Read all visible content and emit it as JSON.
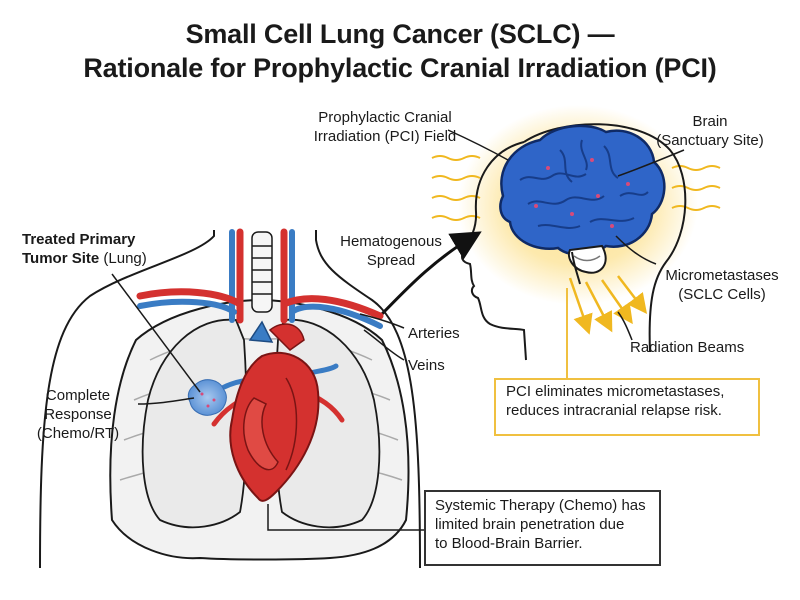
{
  "title": {
    "line1": "Small Cell Lung Cancer (SCLC) —",
    "line2": "Rationale for Prophylactic Cranial Irradiation (PCI)"
  },
  "labels": {
    "pci_field_1": "Prophylactic Cranial",
    "pci_field_2": "Irradiation (PCI) Field",
    "brain_1": "Brain",
    "brain_2": "(Sanctuary Site)",
    "hematogenous_1": "Hematogenous",
    "hematogenous_2": "Spread",
    "treated_1": "Treated Primary",
    "treated_2_bold": "Tumor Site",
    "treated_2_rest": " (Lung)",
    "micromets_1": "Micrometastases",
    "micromets_2": "(SCLC Cells)",
    "arteries": "Arteries",
    "veins": "Veins",
    "radiation_beams": "Radiation Beams",
    "complete_1": "Complete",
    "complete_2": "Response",
    "complete_3": "(Chemo/RT)"
  },
  "boxes": {
    "pci_1": "PCI eliminates micrometastases,",
    "pci_2": "reduces intracranial relapse risk.",
    "systemic_1": "Systemic Therapy (Chemo) has",
    "systemic_2": "limited brain penetration due",
    "systemic_3": "to Blood-Brain Barrier."
  },
  "colors": {
    "artery": "#d4312f",
    "vein": "#3a7cc4",
    "brain": "#2f65c8",
    "glow": "#f6c93c",
    "tumor": "#6aa3e0"
  },
  "icons": [
    "brain-illustration",
    "heart-illustration",
    "lungs-illustration",
    "head-silhouette",
    "radiation-beam-arrows"
  ]
}
